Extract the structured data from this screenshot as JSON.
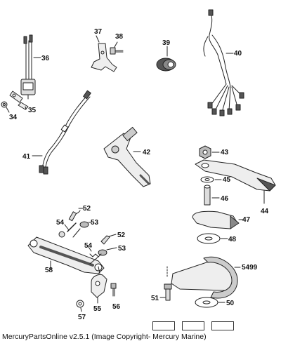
{
  "diagram": {
    "callouts": [
      "34",
      "35",
      "36",
      "37",
      "38",
      "39",
      "40",
      "41",
      "42",
      "43",
      "44",
      "45",
      "46",
      "47",
      "48",
      "50",
      "51",
      "52",
      "52",
      "53",
      "53",
      "54",
      "54",
      "55",
      "56",
      "57",
      "58",
      "5499"
    ]
  },
  "footer": {
    "text": "MercuryPartsOnline v2.5.1 (Image Copyright- Mercury Marine)"
  }
}
